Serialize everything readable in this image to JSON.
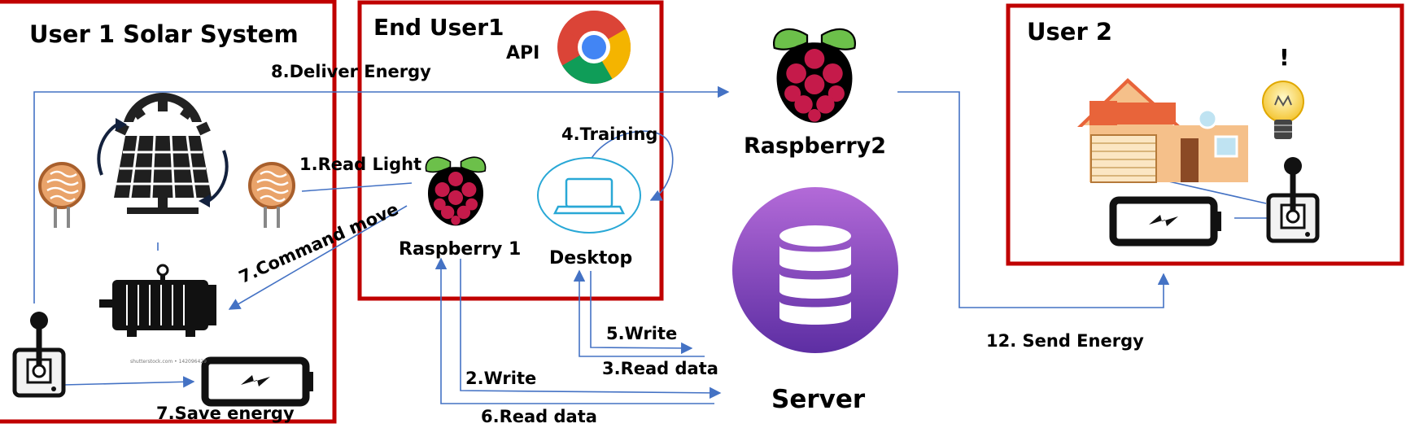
{
  "boxes": {
    "user1_title": "User 1 Solar System",
    "end_user_title": "End User1",
    "user2_title": "User 2"
  },
  "labels": {
    "api": "API",
    "raspberry1": "Raspberry 1",
    "raspberry2": "Raspberry2",
    "desktop": "Desktop",
    "server": "Server",
    "exclamation": "!",
    "watermark": "shutterstock.com • 142096429"
  },
  "steps": {
    "read_light": "1.Read Light",
    "write_2": "2.Write",
    "read_data_3": "3.Read data",
    "training_4": "4.Training",
    "write_5": "5.Write",
    "read_data_6": "6.Read data",
    "command_move_7": "7.Command move",
    "save_energy_7": "7.Save energy",
    "deliver_energy_8": "8.Deliver Energy",
    "send_energy_12": "12. Send Energy"
  },
  "colors": {
    "box_border": "#c00000",
    "arrow": "#4472c4",
    "raspberry_red": "#c51a4a",
    "leaf_green": "#6cc04a",
    "server_purple_top": "#b36ad8",
    "server_purple_bottom": "#5d2ea3",
    "house_wall": "#f5c08a",
    "house_roof": "#e8643a"
  },
  "icons": [
    "solar-panel-icon",
    "light-sensor-icon",
    "motor-icon",
    "joystick-icon",
    "battery-icon",
    "raspberry-pi-icon",
    "chrome-icon",
    "laptop-icon",
    "database-icon",
    "house-icon",
    "light-bulb-icon"
  ]
}
